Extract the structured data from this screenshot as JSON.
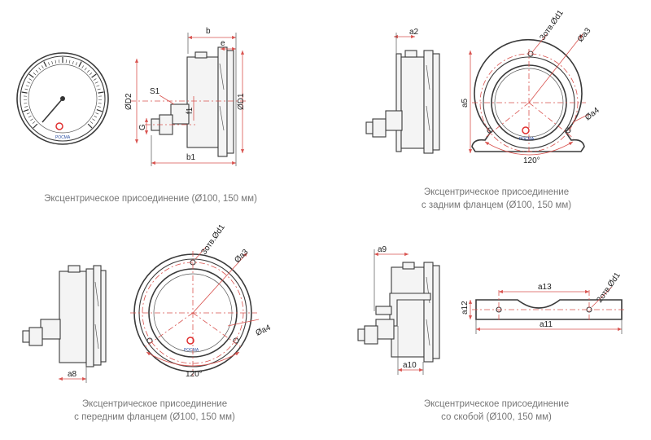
{
  "captions": {
    "top_left": "Эксцентрическое присоединение (Ø100, 150 мм)",
    "top_right_line1": "Эксцентрическое присоединение",
    "top_right_line2": "с задним фланцем (Ø100, 150 мм)",
    "bottom_left_line1": "Эксцентрическое присоединение",
    "bottom_left_line2": "с передним фланцем (Ø100, 150 мм)",
    "bottom_right_line1": "Эксцентрическое присоединение",
    "bottom_right_line2": "со скобой (Ø100, 150 мм)"
  },
  "brand": "РОСМА",
  "dims": {
    "b": "b",
    "e": "e",
    "b1": "b1",
    "D1": "ØD1",
    "D2": "ØD2",
    "S1": "S1",
    "f1": "f1",
    "G": "G",
    "a2": "a2",
    "a5": "a5",
    "a3": "Øa3",
    "a4": "Øa4",
    "d1_3": "3отв.Ød1",
    "angle": "120°",
    "a8": "a8",
    "a9": "a9",
    "a10": "a10",
    "a11": "a11",
    "a12": "a12",
    "a13": "a13",
    "d1_2": "2отв.Ød1"
  },
  "colors": {
    "line": "#3a3a3a",
    "dimension": "#d9534f",
    "caption": "#777777",
    "logo_red": "#e03030",
    "logo_blue": "#2b4fa3"
  }
}
